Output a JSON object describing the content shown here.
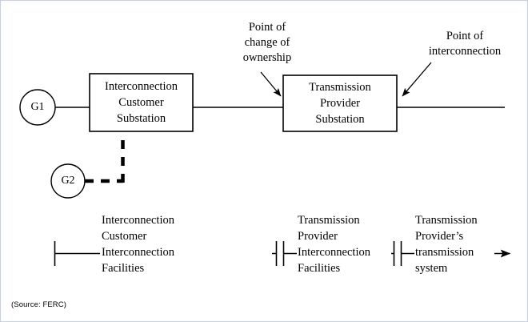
{
  "figure": {
    "source_note": "(Source: FERC)",
    "background": "#ffffff",
    "border_color": "#c9cfe3",
    "stroke_color": "#000000"
  },
  "diagram": {
    "generators": [
      {
        "id": "g1",
        "label": "G1"
      },
      {
        "id": "g2",
        "label": "G2"
      }
    ],
    "boxes": [
      {
        "id": "interconnection-customer-substation",
        "lines": [
          "Interconnection",
          "Customer",
          "Substation"
        ]
      },
      {
        "id": "transmission-provider-substation",
        "lines": [
          "Transmission",
          "Provider",
          "Substation"
        ]
      }
    ],
    "callouts": [
      {
        "id": "point-of-change-of-ownership",
        "lines": [
          "Point of",
          "change of",
          "ownership"
        ]
      },
      {
        "id": "point-of-interconnection",
        "lines": [
          "Point of",
          "interconnection"
        ]
      }
    ]
  },
  "legend": {
    "segments": [
      {
        "id": "interconnection-customer-interconnection-facilities",
        "lines": [
          "Interconnection",
          "Customer",
          "Interconnection",
          "Facilities"
        ]
      },
      {
        "id": "transmission-provider-interconnection-facilities",
        "lines": [
          "Transmission",
          "Provider",
          "Interconnection",
          "Facilities"
        ]
      },
      {
        "id": "transmission-providers-transmission-system",
        "lines": [
          "Transmission",
          "Provider’s",
          "transmission",
          "system"
        ]
      }
    ]
  }
}
